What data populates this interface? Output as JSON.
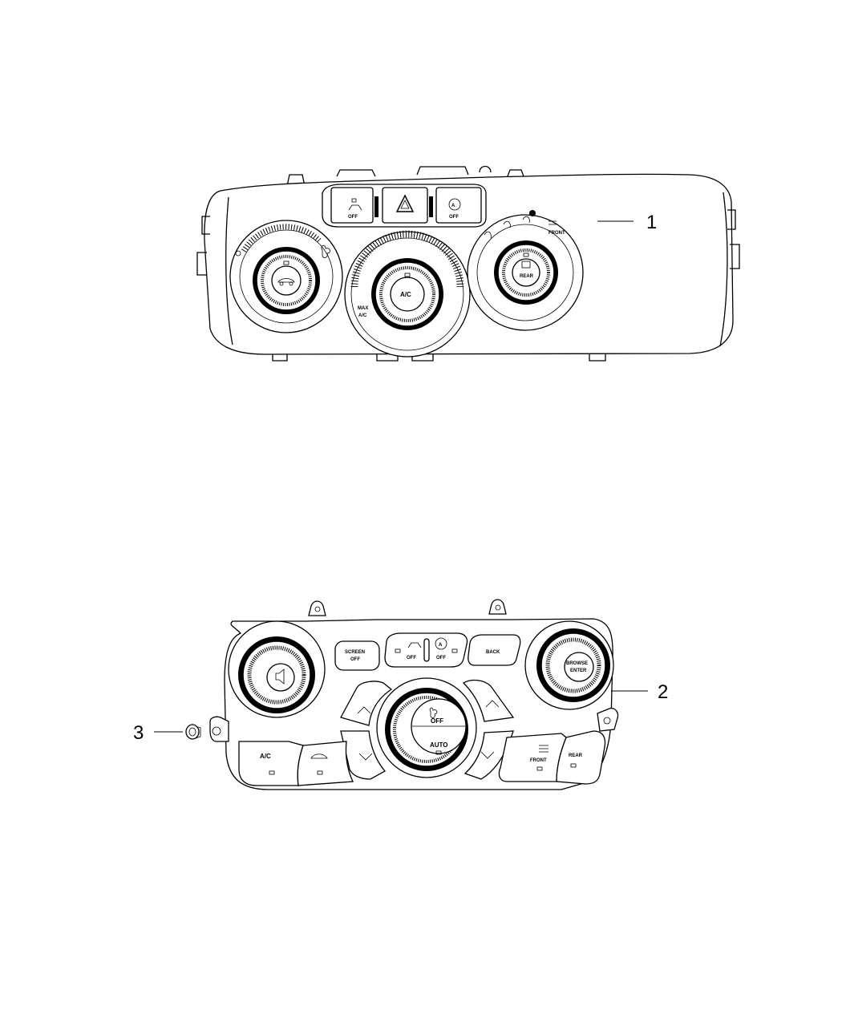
{
  "callouts": {
    "one": "1",
    "two": "2",
    "three": "3"
  },
  "panel1": {
    "traction_off": "OFF",
    "stop_start_off": "OFF",
    "center_knob": "A/C",
    "max_ac_line1": "MAX",
    "max_ac_line2": "A/C",
    "rear_label": "REAR",
    "front_label": "FRONT"
  },
  "panel2": {
    "screen_off_line1": "SCREEN",
    "screen_off_line2": "OFF",
    "traction_off": "OFF",
    "stop_start_off": "OFF",
    "back": "BACK",
    "browse_line1": "BROWSE",
    "browse_line2": "ENTER",
    "fan_off": "OFF",
    "auto": "AUTO",
    "ac": "A/C",
    "front": "FRONT",
    "rear": "REAR"
  }
}
